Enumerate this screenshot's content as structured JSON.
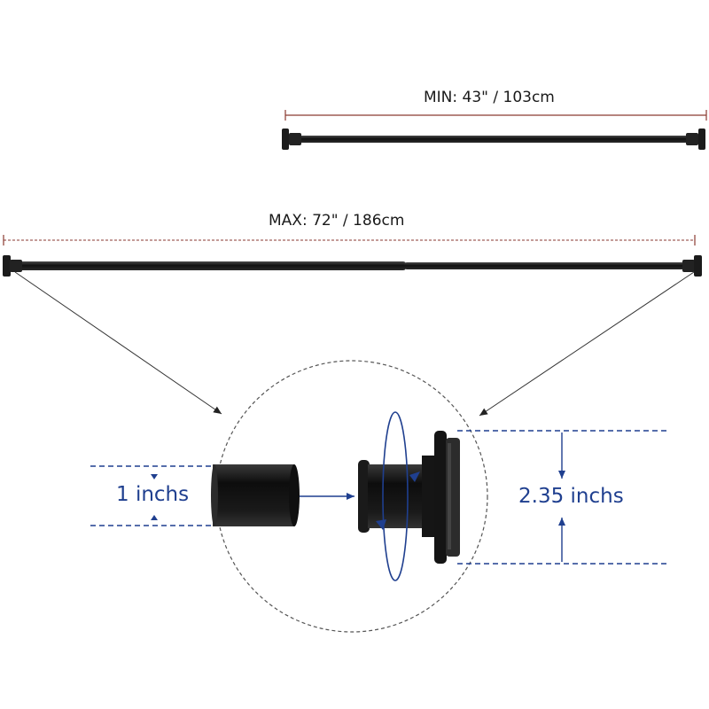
{
  "labels": {
    "min": "MIN:  43\" /  103cm",
    "max": "MAX:  72\" / 186cm",
    "diameter": "1 inchs",
    "flange": "2.35 inchs"
  },
  "colors": {
    "rod": "#1b1b1b",
    "measure_line": "#8a3a30",
    "dimension_blue": "#1f3f8f",
    "pointer_line": "#333333",
    "detail_circle": "#555555"
  },
  "icons": {
    "rotate": "rotate-arrow-icon",
    "connect": "arrow-right-icon"
  }
}
